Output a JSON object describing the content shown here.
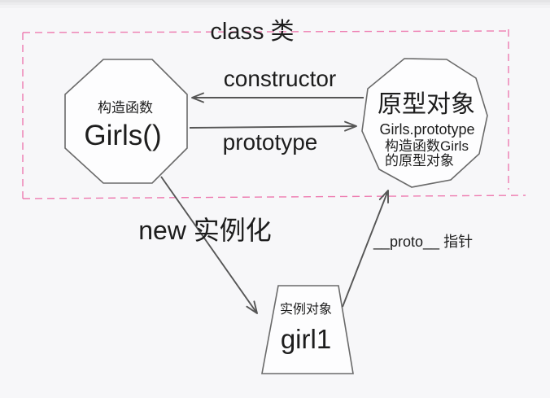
{
  "diagram": {
    "class_group": {
      "title": "class 类",
      "border_color": "#ee7bb0",
      "title_color": "#a75cd4"
    },
    "constructor_node": {
      "subtitle": "构造函数",
      "title": "Girls()"
    },
    "prototype_node": {
      "title": "原型对象",
      "line1": "Girls.prototype",
      "line2": "构造函数Girls",
      "line3": "的原型对象"
    },
    "instance_node": {
      "subtitle": "实例对象",
      "title": "girl1"
    },
    "edges": {
      "constructor_label": "constructor",
      "prototype_label": "prototype",
      "new_label": "new 实例化",
      "proto_label": "__proto__ 指针"
    },
    "colors": {
      "background": "#f7f7f9",
      "shape_stroke": "#6a6a6a",
      "arrow_stroke": "#565656",
      "text": "#1d1d1d"
    }
  }
}
